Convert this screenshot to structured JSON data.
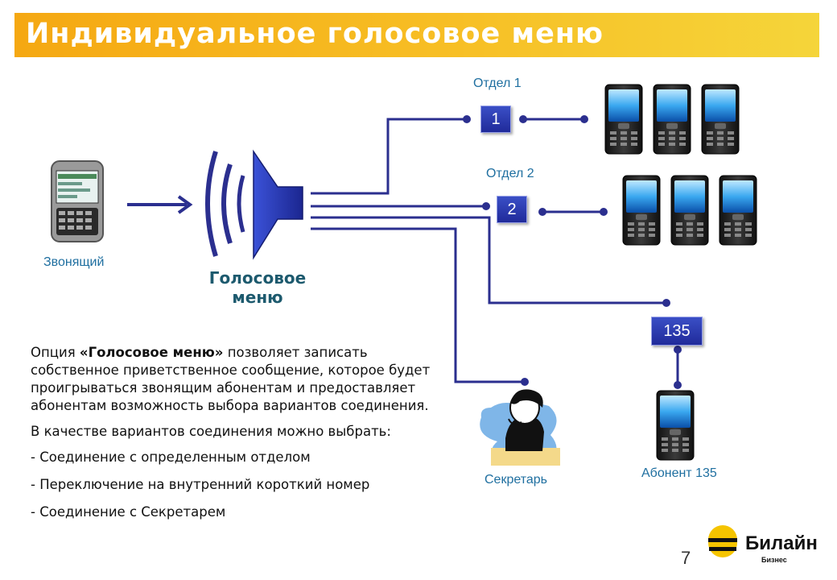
{
  "title": "Индивидуальное голосовое меню",
  "labels": {
    "caller": "Звонящий",
    "voice_menu_line1": "Голосовое",
    "voice_menu_line2": "меню",
    "dept1": "Отдел 1",
    "dept2": "Отдел 2",
    "secretary": "Секретарь",
    "subscriber": "Абонент 135"
  },
  "boxes": {
    "box1": "1",
    "box2": "2",
    "box135": "135"
  },
  "description": {
    "para1_prefix": "Опция ",
    "para1_bold": "«Голосовое меню»",
    "para1_rest": " позволяет записать собственное приветственное сообщение, которое будет проигрываться звонящим абонентам и предоставляет абонентам  возможность выбора вариантов соединения.",
    "para2": "В качестве вариантов соединения можно выбрать:",
    "items": [
      "- Соединение с определенным отделом",
      "- Переключение на внутренний короткий номер",
      "- Соединение с Секретарем"
    ]
  },
  "page_number": "7",
  "brand": {
    "name": "Билайн",
    "sub": "Бизнес"
  },
  "colors": {
    "title_bg": "#f7bf25",
    "line": "#2b2f8f",
    "box": "#2a36b0",
    "label": "#1f6fa0",
    "speaker": "#2030a8"
  }
}
